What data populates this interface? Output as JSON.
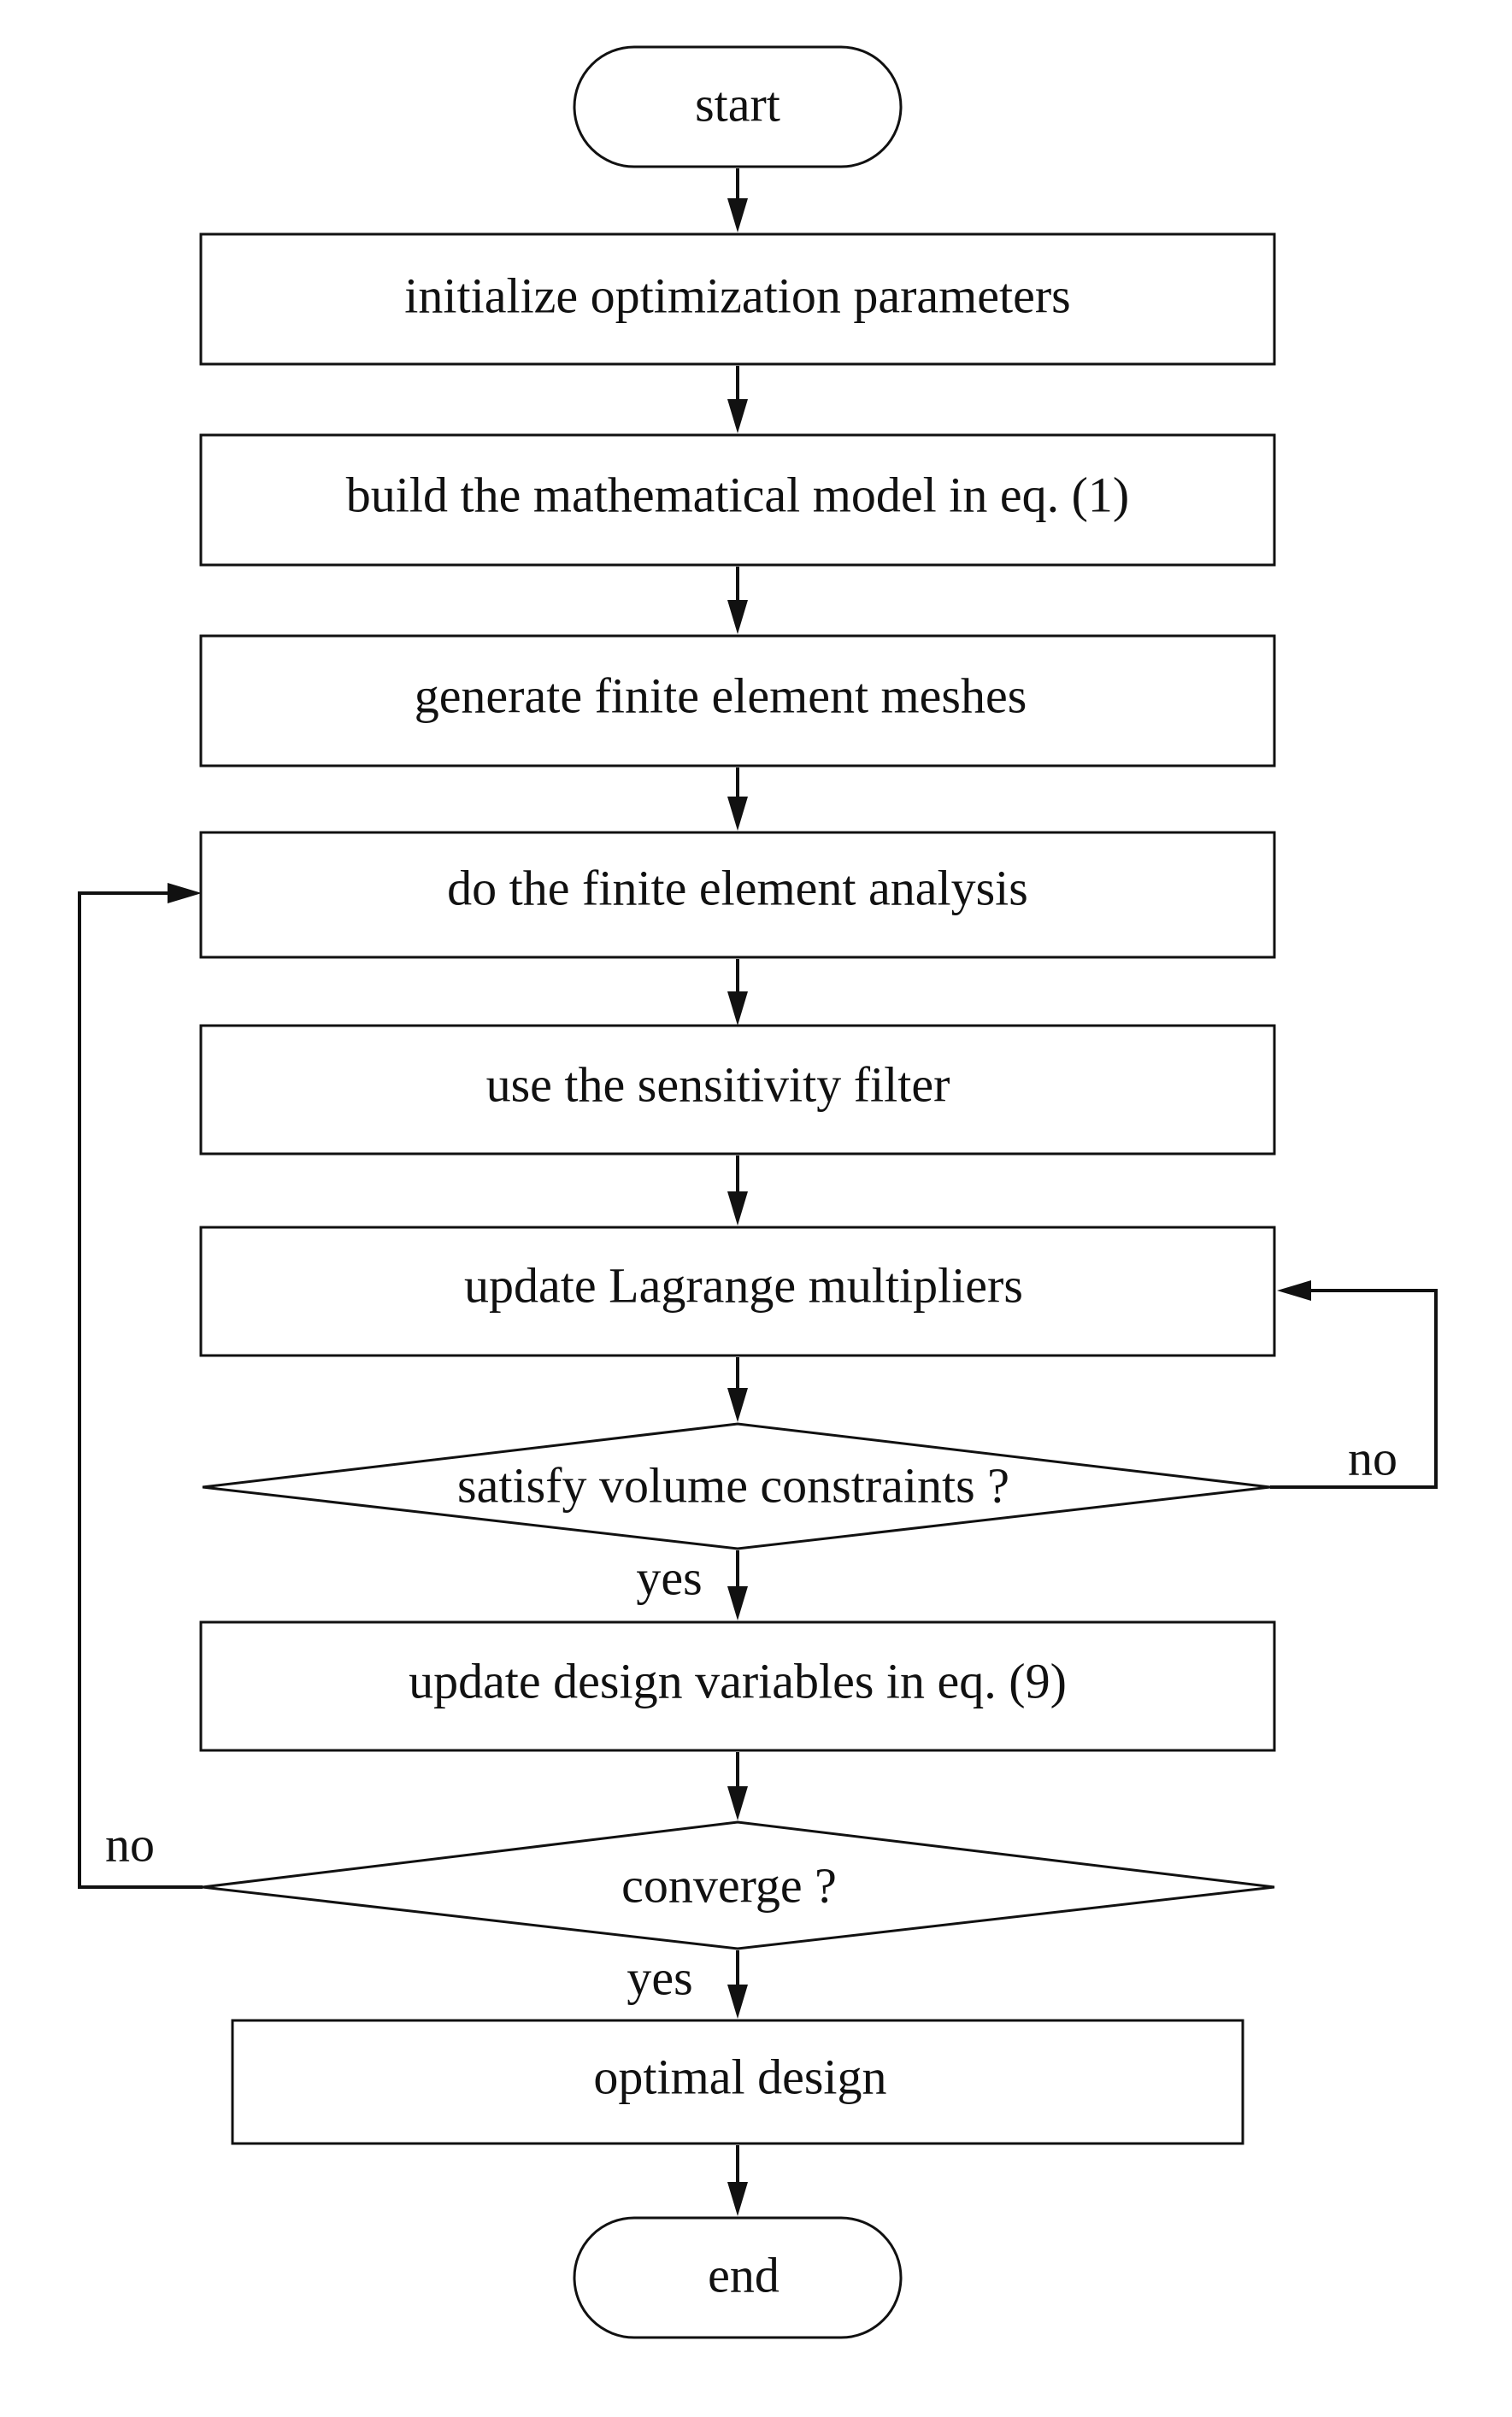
{
  "flowchart": {
    "nodes": {
      "start": {
        "label": "start",
        "shape": "terminal"
      },
      "init": {
        "label": "initialize optimization parameters",
        "shape": "process"
      },
      "model": {
        "label": "build the mathematical model in eq. (1)",
        "shape": "process"
      },
      "mesh": {
        "label": "generate finite element meshes",
        "shape": "process"
      },
      "fea": {
        "label": "do the finite element analysis",
        "shape": "process"
      },
      "filter": {
        "label": "use the sensitivity filter",
        "shape": "process"
      },
      "lagrange": {
        "label": "update Lagrange multipliers",
        "shape": "process"
      },
      "volume": {
        "label": "satisfy volume constraints ?",
        "shape": "decision"
      },
      "design": {
        "label": "update design variables in eq. (9)",
        "shape": "process"
      },
      "converge": {
        "label": "converge ?",
        "shape": "decision"
      },
      "optimal": {
        "label": "optimal design",
        "shape": "process"
      },
      "end": {
        "label": "end",
        "shape": "terminal"
      }
    },
    "edge_labels": {
      "volume_yes": "yes",
      "volume_no": "no",
      "converge_yes": "yes",
      "converge_no": "no"
    },
    "edges": [
      {
        "from": "start",
        "to": "init"
      },
      {
        "from": "init",
        "to": "model"
      },
      {
        "from": "model",
        "to": "mesh"
      },
      {
        "from": "mesh",
        "to": "fea"
      },
      {
        "from": "fea",
        "to": "filter"
      },
      {
        "from": "filter",
        "to": "lagrange"
      },
      {
        "from": "lagrange",
        "to": "volume"
      },
      {
        "from": "volume",
        "to": "design",
        "label": "yes"
      },
      {
        "from": "volume",
        "to": "lagrange",
        "label": "no"
      },
      {
        "from": "design",
        "to": "converge"
      },
      {
        "from": "converge",
        "to": "optimal",
        "label": "yes"
      },
      {
        "from": "converge",
        "to": "fea",
        "label": "no"
      },
      {
        "from": "optimal",
        "to": "end"
      }
    ]
  }
}
